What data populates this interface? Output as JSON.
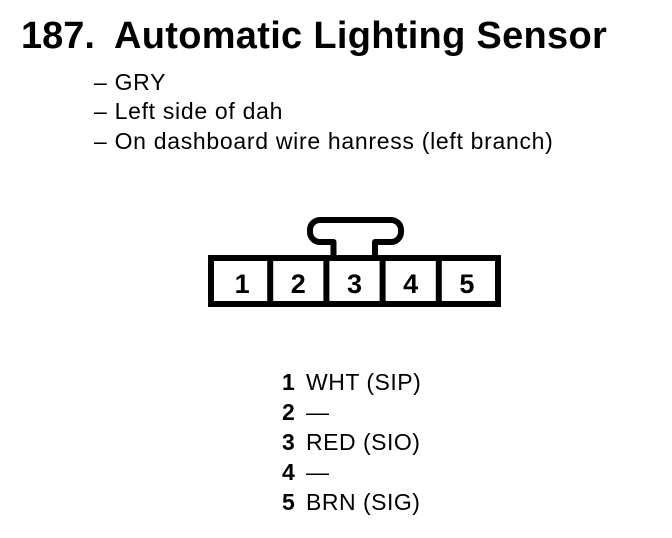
{
  "heading": {
    "number": "187.",
    "title": "Automatic Lighting Sensor"
  },
  "notes": {
    "items": [
      "– GRY",
      "– Left side of dah",
      "– On dashboard wire hanress (left branch)"
    ]
  },
  "connector": {
    "pins": [
      "1",
      "2",
      "3",
      "4",
      "5"
    ]
  },
  "pinout": {
    "rows": [
      {
        "pin": "1",
        "label": "WHT (SIP)"
      },
      {
        "pin": "2",
        "label": "—"
      },
      {
        "pin": "3",
        "label": "RED (SIO)"
      },
      {
        "pin": "4",
        "label": "—"
      },
      {
        "pin": "5",
        "label": "BRN (SIG)"
      }
    ]
  },
  "colors": {
    "ink": "#000000",
    "paper": "#ffffff"
  }
}
